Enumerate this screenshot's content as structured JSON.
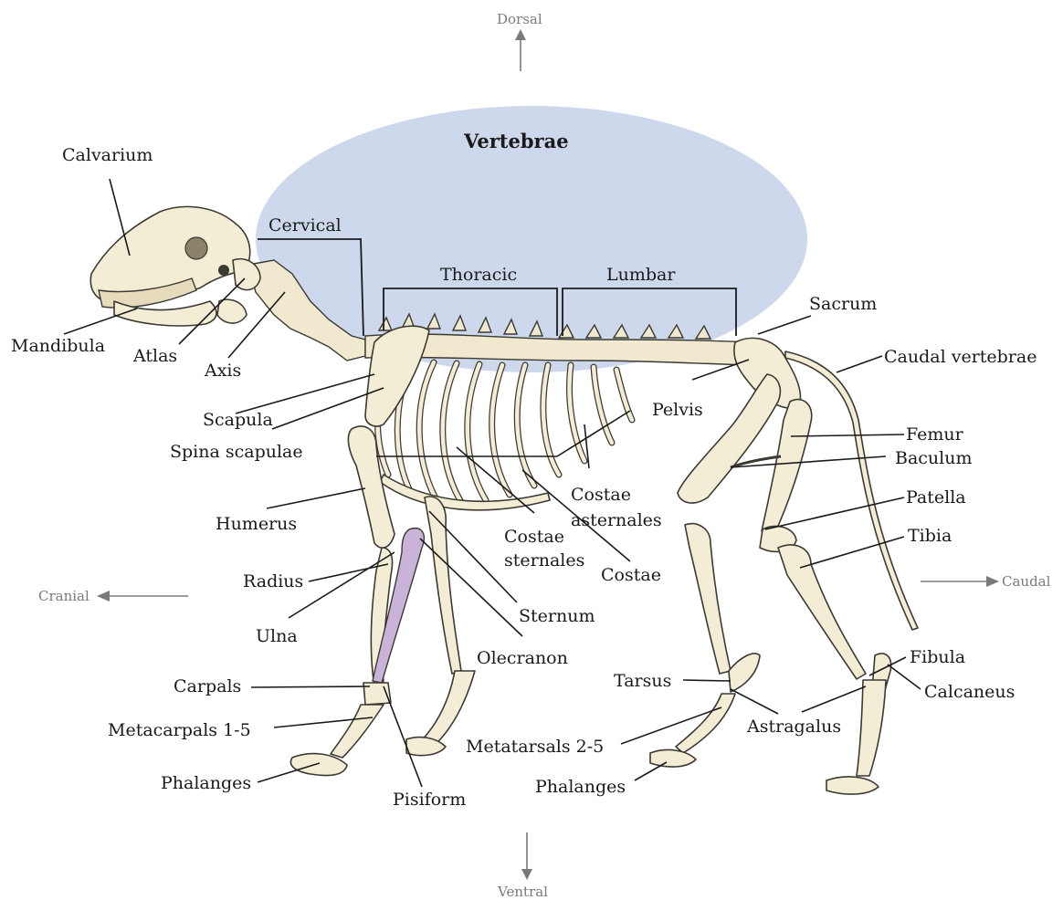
{
  "colors": {
    "vertebrae_region": "#c9d4ea",
    "ulna_highlight": "#c9b3d9",
    "bone_fill": "#f3edd6",
    "outline": "#3b3a33",
    "direction_gray": "#7a7a7a"
  },
  "directions": {
    "dorsal": "Dorsal",
    "ventral": "Ventral",
    "cranial": "Cranial",
    "caudal": "Caudal"
  },
  "region": {
    "vertebrae": "Vertebrae",
    "cervical": "Cervical",
    "thoracic": "Thoracic",
    "lumbar": "Lumbar"
  },
  "labels": {
    "calvarium": "Calvarium",
    "mandibula": "Mandibula",
    "atlas": "Atlas",
    "axis": "Axis",
    "scapula": "Scapula",
    "spina_scapulae": "Spina scapulae",
    "humerus": "Humerus",
    "radius": "Radius",
    "ulna": "Ulna",
    "carpals": "Carpals",
    "metacarpals": "Metacarpals 1-5",
    "phalanges_fore": "Phalanges",
    "pisiform": "Pisiform",
    "olecranon": "Olecranon",
    "sternum": "Sternum",
    "costae_sternales_1": "Costae",
    "costae_sternales_2": "sternales",
    "costae_asternales_1": "Costae",
    "costae_asternales_2": "asternales",
    "costae": "Costae",
    "sacrum": "Sacrum",
    "caudal_vertebrae": "Caudal vertebrae",
    "pelvis": "Pelvis",
    "femur": "Femur",
    "baculum": "Baculum",
    "patella": "Patella",
    "tibia": "Tibia",
    "fibula": "Fibula",
    "calcaneus": "Calcaneus",
    "astragalus": "Astragalus",
    "tarsus": "Tarsus",
    "metatarsals": "Metatarsals 2-5",
    "phalanges_hind": "Phalanges"
  }
}
